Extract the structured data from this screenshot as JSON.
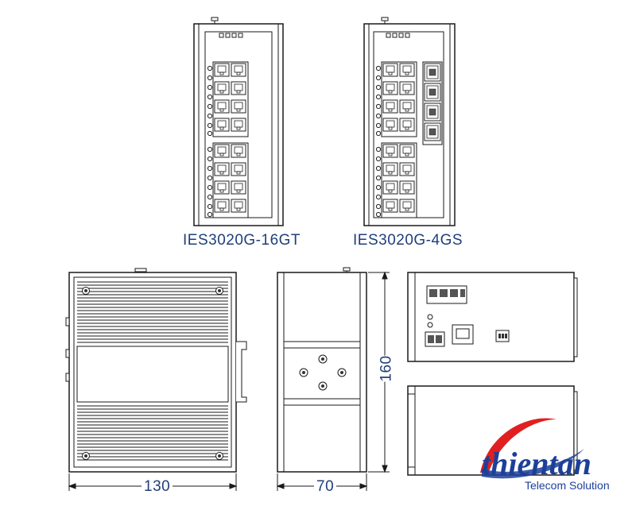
{
  "models": {
    "left": "IES3020G-16GT",
    "right": "IES3020G-4GS"
  },
  "dimensions": {
    "width": "130",
    "depth": "70",
    "height": "160"
  },
  "logo": {
    "name": "thientan",
    "tagline": "Telecom Solution",
    "colors": {
      "blue": "#1c3f9a",
      "red": "#e02020"
    }
  },
  "colors": {
    "line": "#1a1a1a",
    "label": "#1f3f7a"
  }
}
